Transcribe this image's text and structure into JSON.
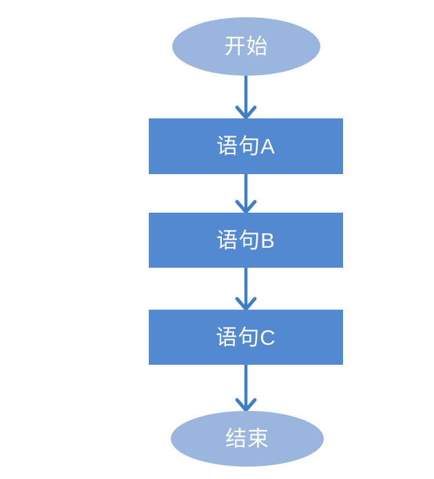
{
  "diagram": {
    "type": "flowchart",
    "direction": "top-down",
    "nodes": [
      {
        "id": "start",
        "shape": "ellipse",
        "role": "terminator",
        "label": "开始"
      },
      {
        "id": "stmt-a",
        "shape": "rectangle",
        "role": "process",
        "label": "语句A"
      },
      {
        "id": "stmt-b",
        "shape": "rectangle",
        "role": "process",
        "label": "语句B"
      },
      {
        "id": "stmt-c",
        "shape": "rectangle",
        "role": "process",
        "label": "语句C"
      },
      {
        "id": "end",
        "shape": "ellipse",
        "role": "terminator",
        "label": "结束"
      }
    ],
    "edges": [
      {
        "from": "start",
        "to": "stmt-a",
        "arrow": "open-head-down"
      },
      {
        "from": "stmt-a",
        "to": "stmt-b",
        "arrow": "open-head-down"
      },
      {
        "from": "stmt-b",
        "to": "stmt-c",
        "arrow": "open-head-down"
      },
      {
        "from": "stmt-c",
        "to": "end",
        "arrow": "open-head-down"
      }
    ],
    "colors": {
      "terminal_fill": "#9ab5de",
      "process_fill": "#5289d1",
      "arrow": "#3e7dc8",
      "text": "#ffffff",
      "background": "#ffffff"
    }
  }
}
